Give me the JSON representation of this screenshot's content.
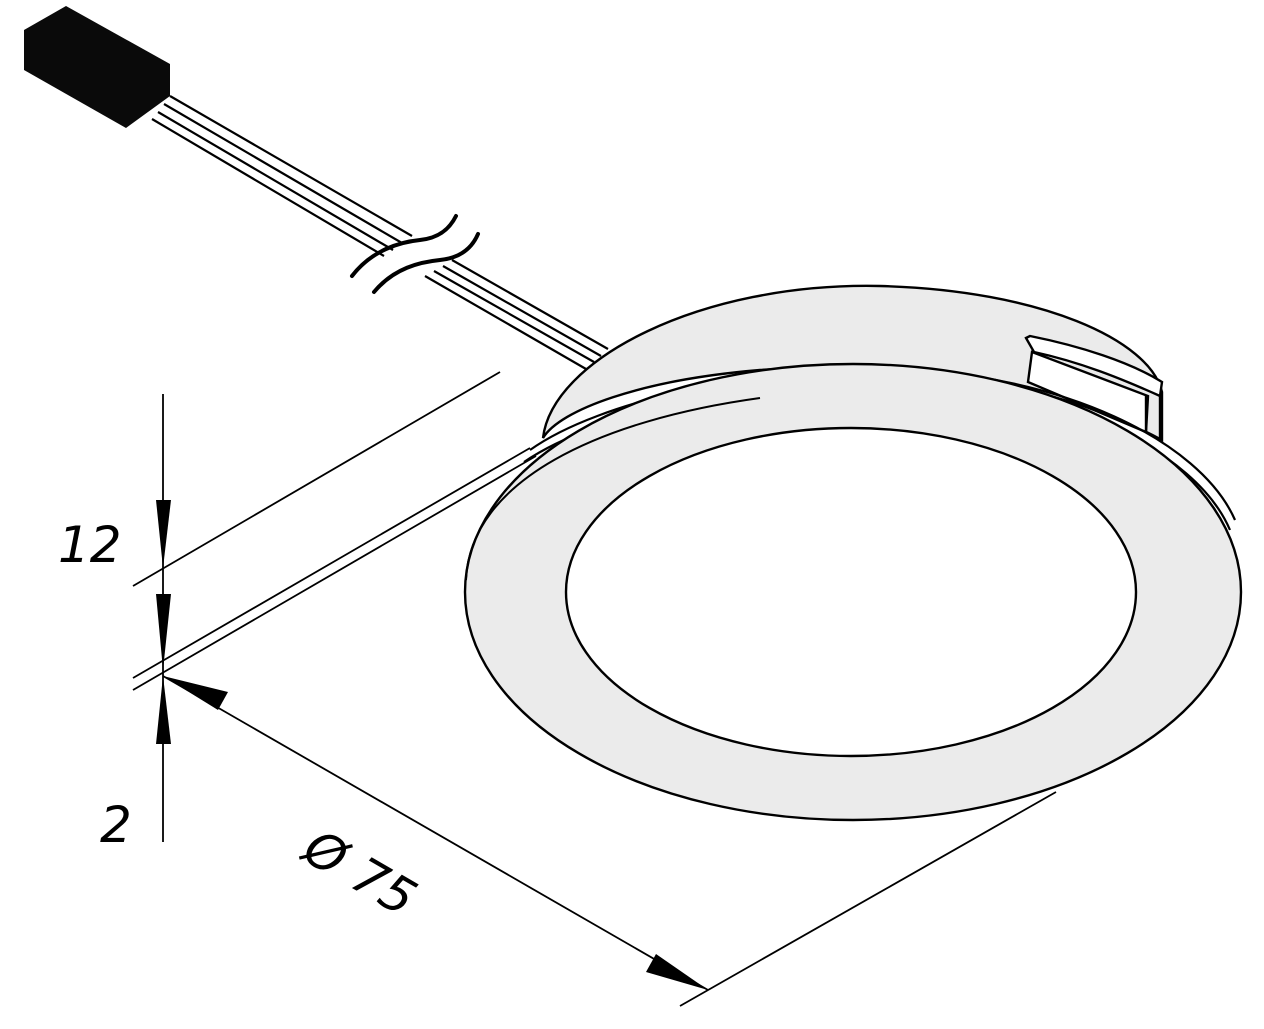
{
  "diagram": {
    "subject": "Recessed round LED downlight with cable and connector",
    "colors": {
      "line": "#000000",
      "body_fill": "#ebebeb",
      "lens_fill": "#ffffff",
      "background": "#ffffff",
      "connector": "#0a0a0a"
    },
    "dimensions": {
      "height_total": "12",
      "flange_thickness": "2",
      "diameter": "Ø 75"
    },
    "components": [
      {
        "id": "connector",
        "label": "connector-plug"
      },
      {
        "id": "cable",
        "label": "4-wire-cable",
        "wires": 4,
        "break_symbol": true
      },
      {
        "id": "housing",
        "label": "recessed-housing"
      },
      {
        "id": "mounting-clip",
        "label": "spring-clip"
      },
      {
        "id": "flange",
        "label": "trim-ring"
      },
      {
        "id": "lens",
        "label": "diffuser-lens"
      }
    ]
  }
}
